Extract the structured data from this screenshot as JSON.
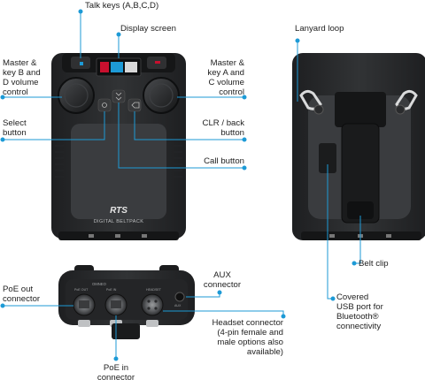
{
  "callouts": {
    "talk_keys": "Talk keys (A,B,C,D)",
    "display_screen": "Display screen",
    "master_b_d": "Master &\nkey B and\nD volume\ncontrol",
    "master_a_c": "Master &\nkey A and\nC volume\ncontrol",
    "select_button": "Select\nbutton",
    "clr_back": "CLR / back\nbutton",
    "call_button": "Call button",
    "lanyard_loop": "Lanyard loop",
    "belt_clip": "Belt clip",
    "covered_usb": "Covered\nUSB port for\nBluetooth®\nconnectivity",
    "poe_out": "PoE out\nconnector",
    "aux": "AUX\nconnector",
    "headset": "Headset connector\n(4-pin female and\nmale options also\navailable)",
    "poe_in": "PoE in\nconnector"
  },
  "device": {
    "brand": "RTS",
    "model": "DIGITAL BELTPACK",
    "bottom_port_labels": [
      "OMNEO",
      "PoE OUT",
      "PoE IN",
      "HEADSET",
      "AUX"
    ]
  },
  "colors": {
    "accent": "#1d9ad6",
    "device_body": "#2a2b2d",
    "device_dark": "#161718",
    "talk_key_red": "#c8102e"
  }
}
